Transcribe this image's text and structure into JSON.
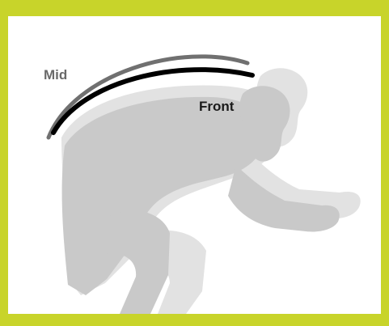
{
  "labels": {
    "mid": "Mid",
    "front": "Front"
  },
  "colors": {
    "border": "#c8d42a",
    "background": "#ffffff",
    "rider_back": "#e0e0e0",
    "rider_front": "#c8c8c8",
    "mid_curve": "#707070",
    "front_curve": "#000000"
  },
  "figures": [
    {
      "name": "mid-position-rider",
      "icon": "rider-silhouette"
    },
    {
      "name": "front-position-rider",
      "icon": "rider-silhouette"
    }
  ]
}
